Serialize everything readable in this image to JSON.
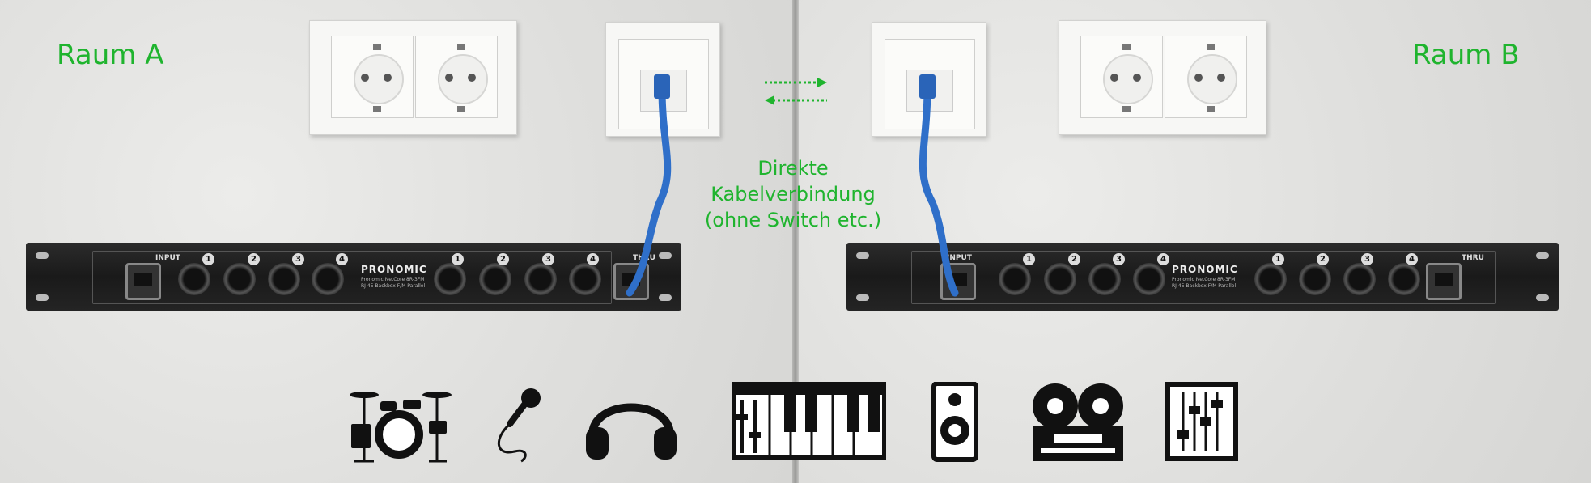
{
  "rooms": {
    "left_label": "Raum A",
    "right_label": "Raum B"
  },
  "center_note": {
    "line1": "Direkte",
    "line2": "Kabelverbindung",
    "line3": "(ohne Switch etc.)"
  },
  "device": {
    "brand": "PRONOMIC",
    "model_line1": "Pronomic NetCore 8R-3FM",
    "model_line2": "RJ-45 Backbox F/M Parallel",
    "input_label": "INPUT",
    "thru_label": "THRU",
    "channel_numbers": [
      "1",
      "2",
      "3",
      "4"
    ]
  },
  "colors": {
    "accent_green": "#1fb42e",
    "cable_blue": "#2f6fc9",
    "rack_black": "#1e1e1e"
  },
  "icons": [
    "drum-kit-icon",
    "microphone-icon",
    "headphones-icon",
    "keyboard-icon",
    "speaker-icon",
    "tape-recorder-icon",
    "mixer-fader-icon"
  ]
}
